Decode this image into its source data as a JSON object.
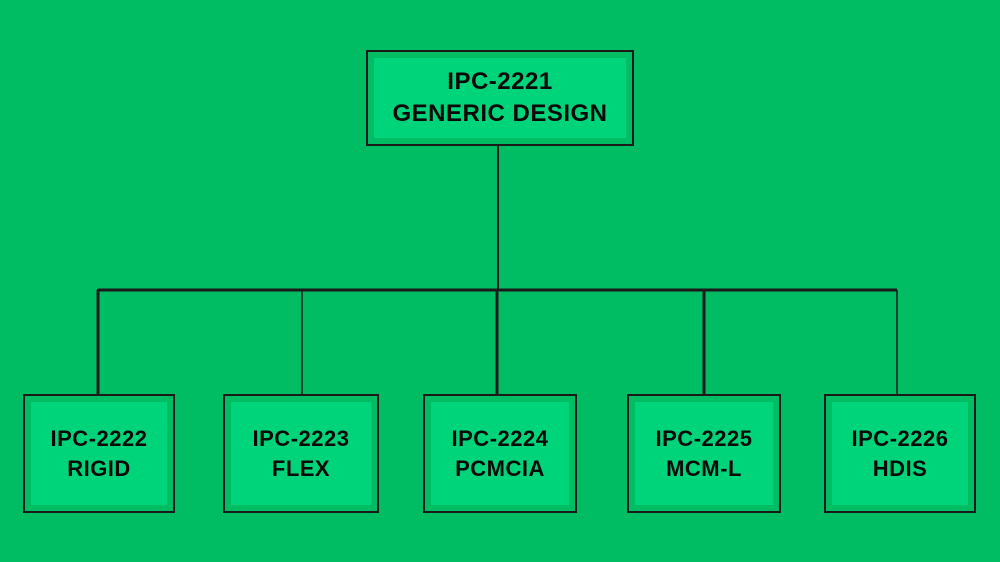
{
  "root": {
    "code": "IPC-2221",
    "label": "GENERIC DESIGN"
  },
  "children": [
    {
      "code": "IPC-2222",
      "label": "RIGID"
    },
    {
      "code": "IPC-2223",
      "label": "FLEX"
    },
    {
      "code": "IPC-2224",
      "label": "PCMCIA"
    },
    {
      "code": "IPC-2225",
      "label": "MCM-L"
    },
    {
      "code": "IPC-2226",
      "label": "HDIS"
    }
  ],
  "colors": {
    "background": "#00bc62",
    "box_fill": "#00d47a",
    "line": "#1a1a1a"
  }
}
